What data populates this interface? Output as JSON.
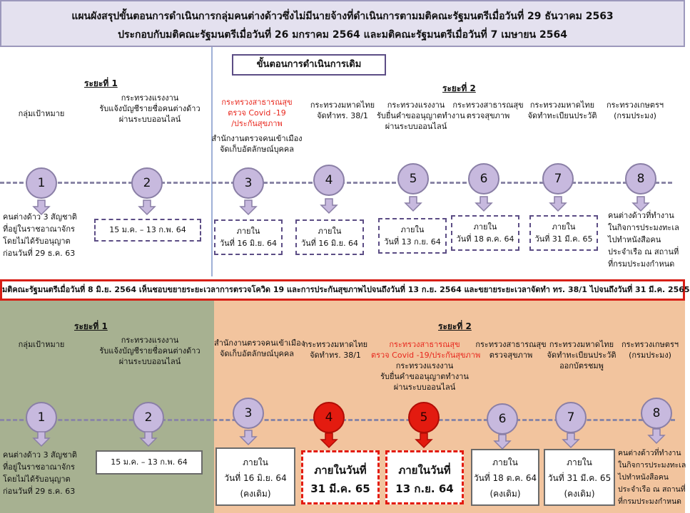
{
  "header": {
    "title_line1": "แผนผังสรุปขั้นตอนการดำเนินการกลุ่มคนต่างด้าวซึ่งไม่มีนายจ้างที่ดำเนินการตามมติคณะรัฐมนตรีเมื่อวันที่ 29 ธันวาคม 2563",
    "title_line2": "ประกอบกับมติคณะรัฐมนตรีเมื่อวันที่ 26 มกราคม 2564 และมติคณะรัฐมนตรีเมื่อวันที่ 7 เมษายน 2564"
  },
  "top": {
    "original_steps_label": "ขั้นตอนการดำเนินการเดิม",
    "phase1_label": "ระยะที่ 1",
    "phase2_label": "ระยะที่ 2",
    "steps": [
      {
        "num": "1",
        "top_text": [
          "กลุ่มเป้าหมาย"
        ],
        "box": [
          "คนต่างด้าว 3 สัญชาติ",
          "ที่อยู่ในราชอาณาจักร",
          "โดยไม่ได้รับอนุญาต",
          "ก่อนวันที่ 29 ธ.ค. 63"
        ]
      },
      {
        "num": "2",
        "top_text": [
          "กระทรวงแรงงาน",
          "รับแจ้งบัญชีรายชื่อคนต่างด้าว",
          "ผ่านระบบออนไลน์"
        ],
        "box": [
          "15 ม.ค. – 13 ก.พ. 64"
        ]
      },
      {
        "num": "3",
        "top_text_red": [
          "กระทรวงสาธารณสุข",
          "ตรวจ Covid -19",
          "/ประกันสุขภาพ"
        ],
        "top_text": [
          "สำนักงานตรวจคนเข้าเมือง",
          "จัดเก็บอัตลักษณ์บุคคล"
        ],
        "box": [
          "ภายใน",
          "วันที่ 16 มิ.ย. 64"
        ]
      },
      {
        "num": "4",
        "top_text": [
          "กระทรวงมหาดไทย",
          "จัดทำทร. 38/1"
        ],
        "box": [
          "ภายใน",
          "วันที่ 16 มิ.ย. 64"
        ]
      },
      {
        "num": "5",
        "top_text": [
          "กระทรวงแรงงาน",
          "รับยื่นคำขออนุญาตทำงาน",
          "ผ่านระบบออนไลน์"
        ],
        "box": [
          "ภายใน",
          "วันที่ 13 ก.ย. 64"
        ]
      },
      {
        "num": "6",
        "top_text": [
          "กระทรวงสาธารณสุข",
          "ตรวจสุขภาพ"
        ],
        "box": [
          "ภายใน",
          "วันที่ 18 ต.ค. 64"
        ]
      },
      {
        "num": "7",
        "top_text": [
          "กระทรวงมหาดไทย",
          "จัดทำทะเบียนประวัติ"
        ],
        "box": [
          "ภายใน",
          "วันที่ 31 มี.ค. 65"
        ]
      },
      {
        "num": "8",
        "top_text": [
          "กระทรวงเกษตรฯ",
          "(กรมประมง)"
        ],
        "box": [
          "คนต่างด้าวที่ทำงาน",
          "ในกิจการประมงทะเล",
          "ไปทำหนังสือคน",
          "ประจำเรือ ณ สถานที่",
          "ที่กรมประมงกำหนด"
        ]
      }
    ]
  },
  "banner": {
    "text": "มติคณะรัฐมนตรีเมื่อวันที่ 8 มิ.ย. 2564 เห็นชอบขยายระยะเวลาการตรวจโควิด 19 และการประกันสุขภาพไปจนถึงวันที่ 13 ก.ย. 2564 และขยายระยะเวลาจัดทำ ทร. 38/1 ไปจนถึงวันที่ 31 มี.ค. 2565"
  },
  "bottom": {
    "phase1_label": "ระยะที่ 1",
    "phase2_label": "ระยะที่ 2",
    "steps": [
      {
        "num": "1",
        "top_text": [
          "กลุ่มเป้าหมาย"
        ],
        "box": [
          "คนต่างด้าว 3 สัญชาติ",
          "ที่อยู่ในราชอาณาจักร",
          "โดยไม่ได้รับอนุญาต",
          "ก่อนวันที่ 29 ธ.ค. 63"
        ]
      },
      {
        "num": "2",
        "top_text": [
          "กระทรวงแรงงาน",
          "รับแจ้งบัญชีรายชื่อคนต่างด้าว",
          "ผ่านระบบออนไลน์"
        ],
        "box": [
          "15 ม.ค. – 13 ก.พ. 64"
        ]
      },
      {
        "num": "3",
        "top_text": [
          "สำนักงานตรวจคนเข้าเมือง",
          "จัดเก็บอัตลักษณ์บุคคล"
        ],
        "box": [
          "ภายใน",
          "วันที่ 16 มิ.ย. 64",
          "(คงเดิม)"
        ]
      },
      {
        "num": "4",
        "top_text": [
          "กระทรวงมหาดไทย",
          "จัดทำทร. 38/1"
        ],
        "box": [
          "ภายในวันที่",
          "31 มี.ค. 65"
        ]
      },
      {
        "num": "5",
        "top_text_red": [
          "กระทรวงสาธารณสุข",
          "ตรวจ Covid -19/ประกันสุขภาพ"
        ],
        "top_text": [
          "กระทรวงแรงงาน",
          "รับยื่นคำขออนุญาตทำงาน",
          "ผ่านระบบออนไลน์"
        ],
        "box": [
          "ภายในวันที่",
          "13 ก.ย. 64"
        ]
      },
      {
        "num": "6",
        "top_text": [
          "กระทรวงสาธารณสุข",
          "ตรวจสุขภาพ"
        ],
        "box": [
          "ภายใน",
          "วันที่ 18 ต.ค. 64",
          "(คงเดิม)"
        ]
      },
      {
        "num": "7",
        "top_text": [
          "กระทรวงมหาดไทย",
          "จัดทำทะเบียนประวัติ",
          "ออกบัตรชมพู"
        ],
        "box": [
          "ภายใน",
          "วันที่ 31 มี.ค. 65",
          "(คงเดิม)"
        ]
      },
      {
        "num": "8",
        "top_text": [
          "กระทรวงเกษตรฯ",
          "(กรมประมง)"
        ],
        "box": [
          "คนต่างด้าวที่ทำงาน",
          "ในกิจการประมงทะเล",
          "ไปทำหนังสือคน",
          "ประจำเรือ ณ สถานที่",
          "ที่กรมประมงกำหนด"
        ]
      }
    ]
  }
}
